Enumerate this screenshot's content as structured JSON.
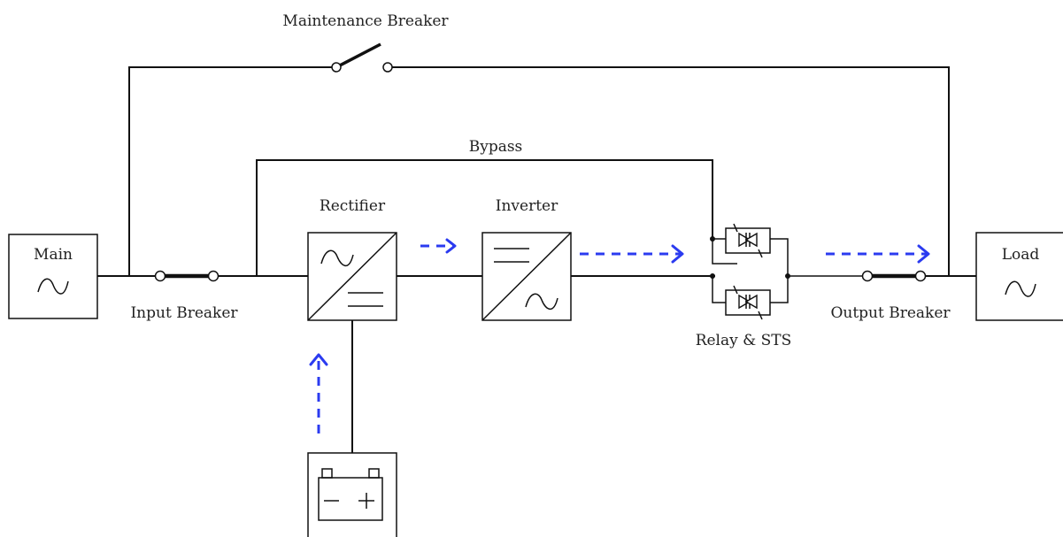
{
  "labels": {
    "maintenance_breaker": "Maintenance Breaker",
    "bypass": "Bypass",
    "rectifier": "Rectifier",
    "inverter": "Inverter",
    "main": "Main",
    "input_breaker": "Input Breaker",
    "relay_sts": "Relay & STS",
    "output_breaker": "Output Breaker",
    "load": "Load"
  },
  "colors": {
    "wire": "#111111",
    "flow_arrow": "#2b3bf0",
    "background": "#ffffff"
  },
  "icons": [
    "ac-sine-icon",
    "dc-bars-icon",
    "battery-icon",
    "thyristor-icon",
    "breaker-switch-icon"
  ]
}
